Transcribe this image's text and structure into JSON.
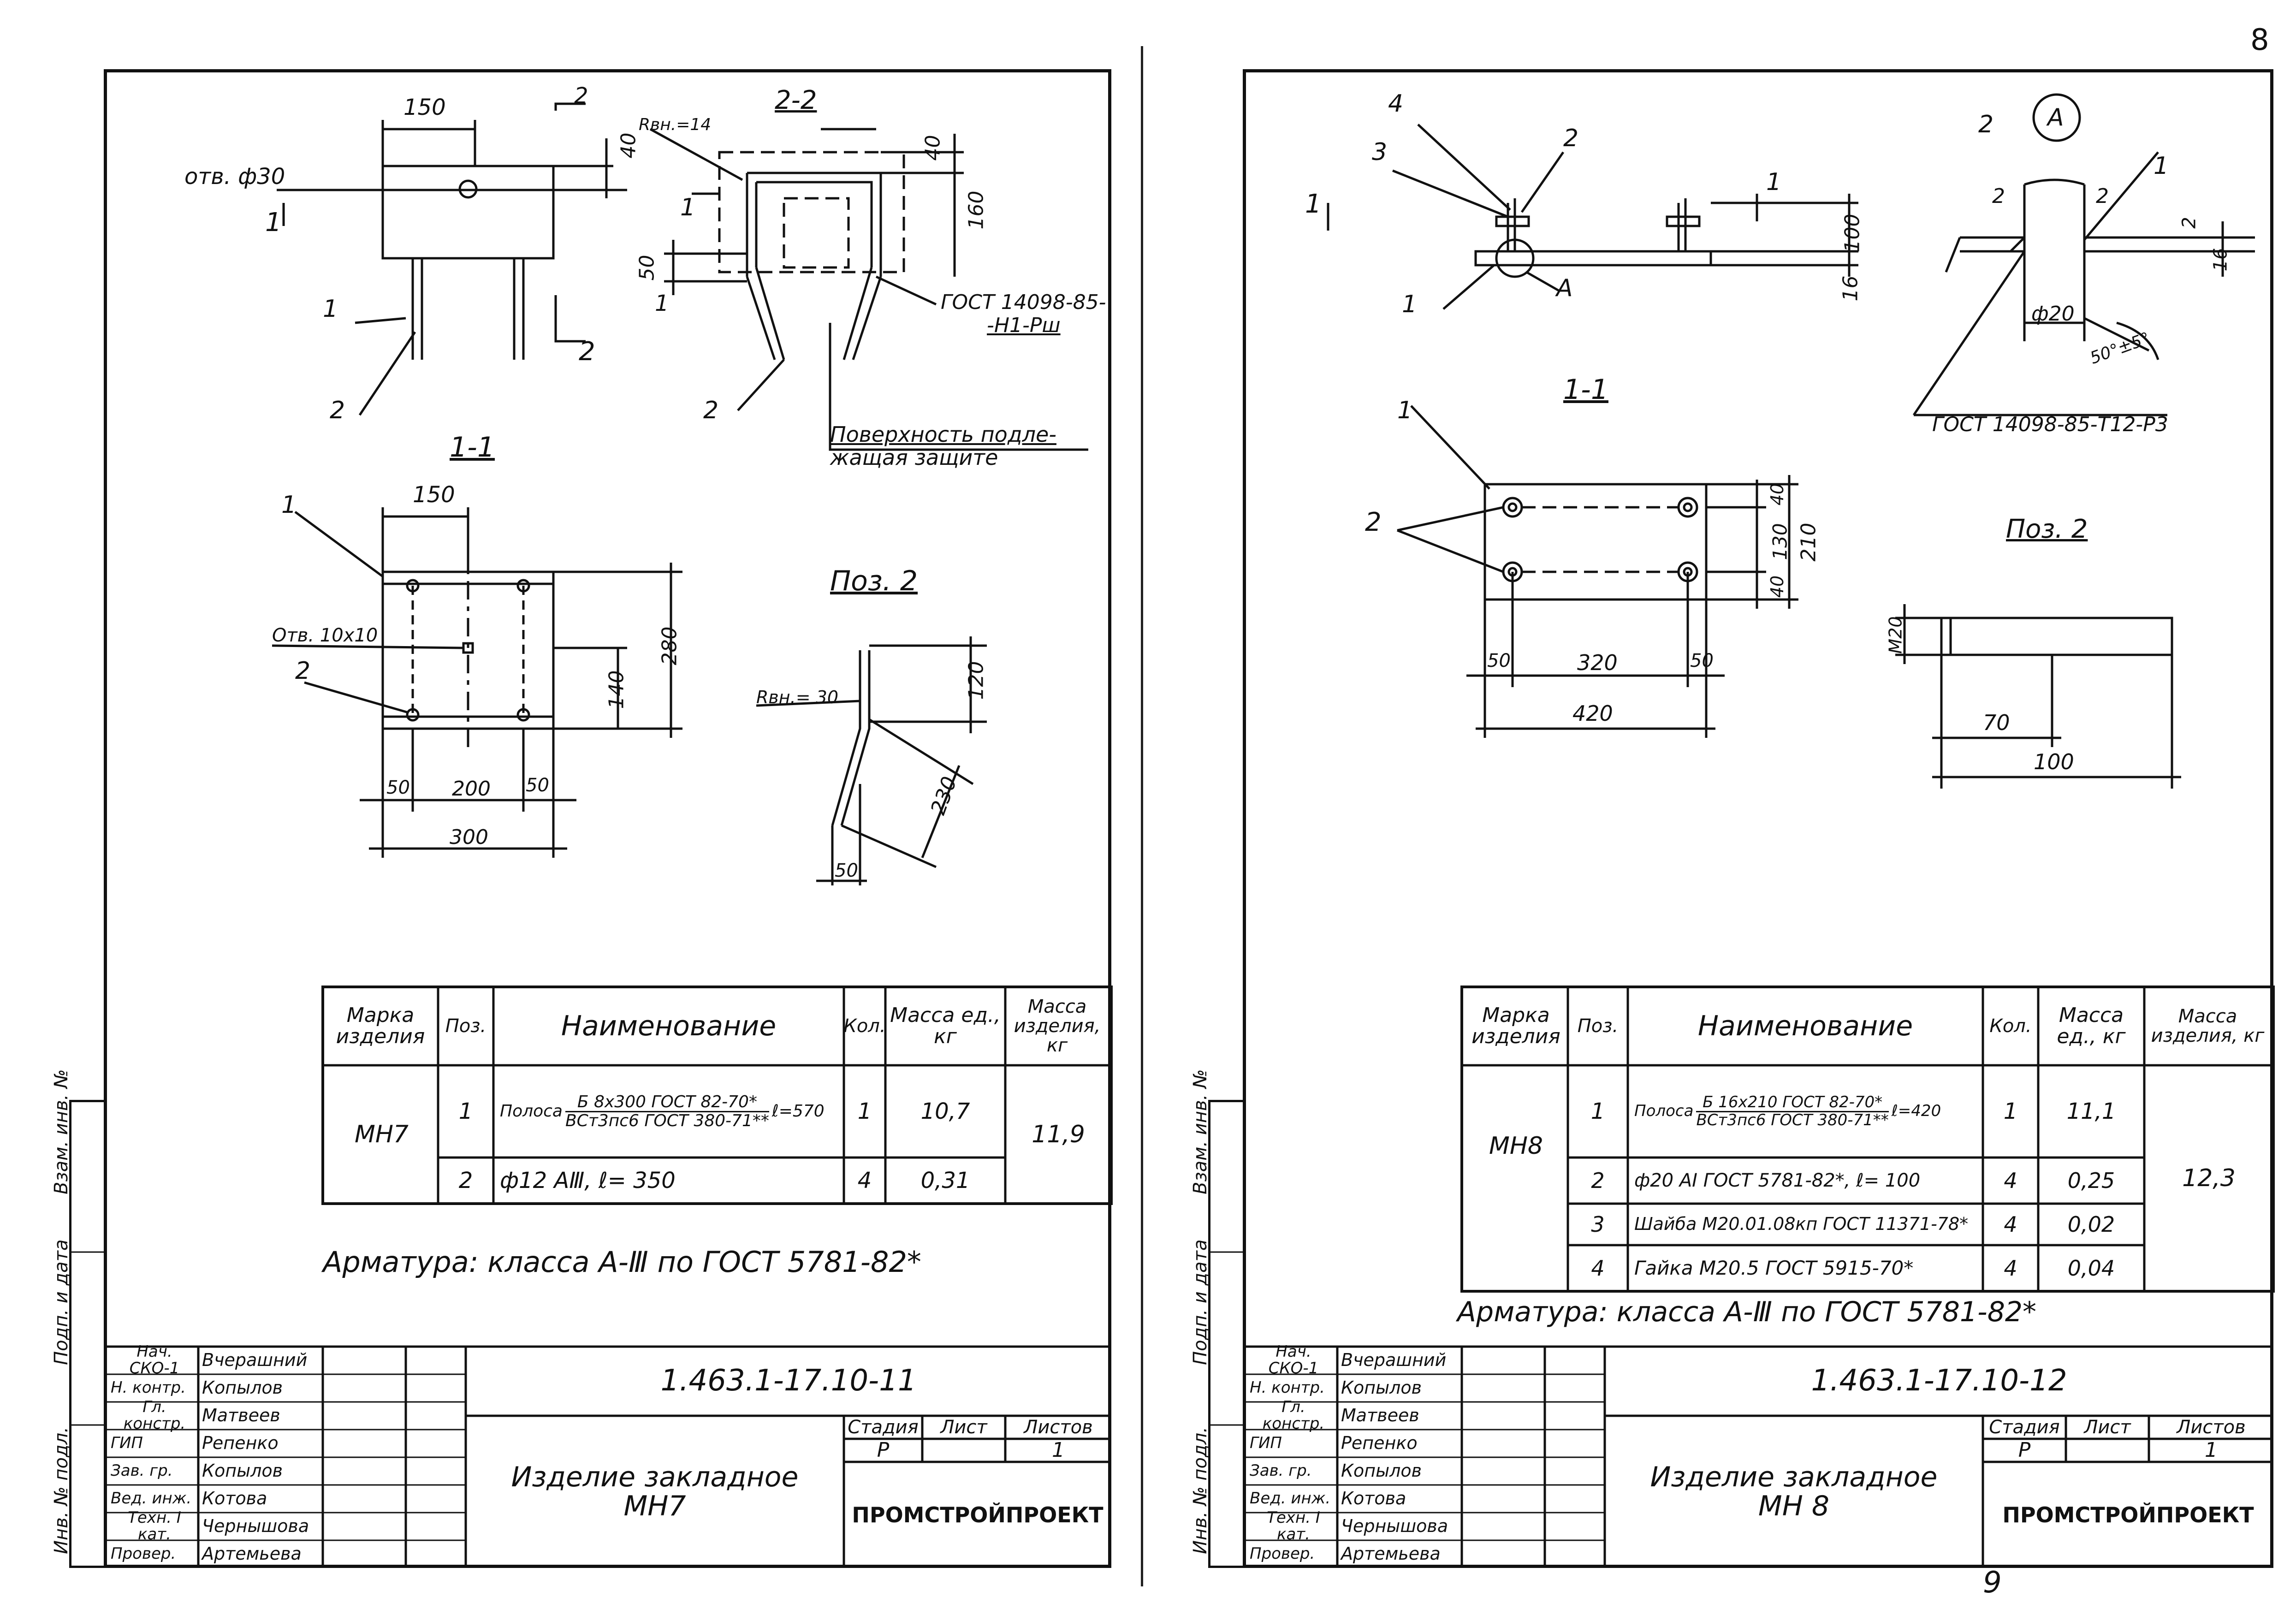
{
  "page_numbers": {
    "top_right": "8",
    "bottom": "9"
  },
  "left_sheet": {
    "drawing": {
      "top_dims": {
        "width": "150",
        "h40": "40",
        "hole": "отв. ф30",
        "cut": "2",
        "sec": "1"
      },
      "sec22": {
        "title": "2-2",
        "radius": "Rвн.=14",
        "h40": "40",
        "h160": "160",
        "h50": "50",
        "gost": "ГОСТ 14098-85-",
        "gost2": "-Н1-Рш",
        "surface": "Поверхность подле-",
        "surface2": "жащая защите"
      },
      "sec11": {
        "title": "1-1",
        "w150": "150",
        "hole": "Отв. 10х10",
        "h280": "280",
        "h140": "140",
        "d50a": "50",
        "d200": "200",
        "d50b": "50",
        "d300": "300"
      },
      "pos2": {
        "title": "Поз. 2",
        "radius": "Rвн.= 30",
        "d120": "120",
        "d230": "230",
        "d50": "50"
      },
      "leaders": {
        "p1": "1",
        "p2": "2"
      }
    },
    "spec": {
      "headers": [
        "Марка изделия",
        "Поз.",
        "Наименование",
        "Кол.",
        "Масса ед., кг",
        "Масса изделия, кг"
      ],
      "mark": "МН7",
      "total_mass": "11,9",
      "rows": [
        {
          "pos": "1",
          "name_prefix": "Полоса",
          "name_top": "Б 8х300 ГОСТ 82-70*",
          "name_bottom": "ВСт3пс6 ГОСТ 380-71**",
          "name_suffix": "ℓ=570",
          "qty": "1",
          "mass": "10,7"
        },
        {
          "pos": "2",
          "name": "ф12 AⅢ, ℓ= 350",
          "qty": "4",
          "mass": "0,31"
        }
      ]
    },
    "note": "Арматура: класса А-Ⅲ по ГОСТ 5781-82*",
    "title_block": {
      "doc_code": "1.463.1-17.10-11",
      "item_name": "Изделие закладное",
      "item_mark": "МН7",
      "stage_label": "Стадия",
      "sheet_label": "Лист",
      "sheets_label": "Листов",
      "stage": "Р",
      "sheets": "1",
      "org": "ПРОМСТРОЙПРОЕКТ",
      "roles": [
        "Нач. СКО-1",
        "Н. контр.",
        "Гл. констр.",
        "ГИП",
        "Зав. гр.",
        "Вед. инж.",
        "Техн. I кат.",
        "Провер."
      ],
      "names": [
        "Вчерашний",
        "Копылов",
        "Матвеев",
        "Репенко",
        "Копылов",
        "Котова",
        "Чернышова",
        "Артемьева"
      ]
    },
    "side": [
      "Взам. инв. №",
      "Подп. и дата",
      "Инв. № подл."
    ]
  },
  "right_sheet": {
    "drawing": {
      "top": {
        "p4": "4",
        "p3": "3",
        "p2": "2",
        "p1": "1",
        "a": "А",
        "h100": "100",
        "h16": "16",
        "sec": "1"
      },
      "detail": {
        "title": "А",
        "p2": "2",
        "d2a": "2",
        "d2b": "2",
        "p1": "1",
        "d2c": "2",
        "d16": "16",
        "dia": "ф20",
        "angle": "50°±5°",
        "gost": "ГОСТ 14098-85-Т12-Р3"
      },
      "sec11": {
        "title": "1-1",
        "p1": "1",
        "p2": "2",
        "h40a": "40",
        "h130": "130",
        "h40b": "40",
        "h210": "210",
        "d50a": "50",
        "d320": "320",
        "d50b": "50",
        "d420": "420"
      },
      "pos2": {
        "title": "Поз. 2",
        "m20": "М20",
        "d70": "70",
        "d100": "100"
      }
    },
    "spec": {
      "headers": [
        "Марка изделия",
        "Поз.",
        "Наименование",
        "Кол.",
        "Масса ед., кг",
        "Масса изделия, кг"
      ],
      "mark": "МН8",
      "total_mass": "12,3",
      "rows": [
        {
          "pos": "1",
          "name_prefix": "Полоса",
          "name_top": "Б 16х210 ГОСТ 82-70*",
          "name_bottom": "ВСт3пс6 ГОСТ 380-71**",
          "name_suffix": "ℓ=420",
          "qty": "1",
          "mass": "11,1"
        },
        {
          "pos": "2",
          "name": "ф20 AⅠ ГОСТ 5781-82*, ℓ= 100",
          "qty": "4",
          "mass": "0,25"
        },
        {
          "pos": "3",
          "name": "Шайба М20.01.08кп ГОСТ 11371-78*",
          "qty": "4",
          "mass": "0,02"
        },
        {
          "pos": "4",
          "name": "Гайка М20.5 ГОСТ 5915-70*",
          "qty": "4",
          "mass": "0,04"
        }
      ]
    },
    "note": "Арматура: класса А-Ⅲ по ГОСТ 5781-82*",
    "title_block": {
      "doc_code": "1.463.1-17.10-12",
      "item_name": "Изделие закладное",
      "item_mark": "МН 8",
      "stage_label": "Стадия",
      "sheet_label": "Лист",
      "sheets_label": "Листов",
      "stage": "Р",
      "sheets": "1",
      "org": "ПРОМСТРОЙПРОЕКТ",
      "roles": [
        "Нач. СКО-1",
        "Н. контр.",
        "Гл. констр.",
        "ГИП",
        "Зав. гр.",
        "Вед. инж.",
        "Техн. I кат.",
        "Провер."
      ],
      "names": [
        "Вчерашний",
        "Копылов",
        "Матвеев",
        "Репенко",
        "Копылов",
        "Котова",
        "Чернышова",
        "Артемьева"
      ]
    },
    "side": [
      "Взам. инв. №",
      "Подп. и дата",
      "Инв. № подл."
    ]
  }
}
